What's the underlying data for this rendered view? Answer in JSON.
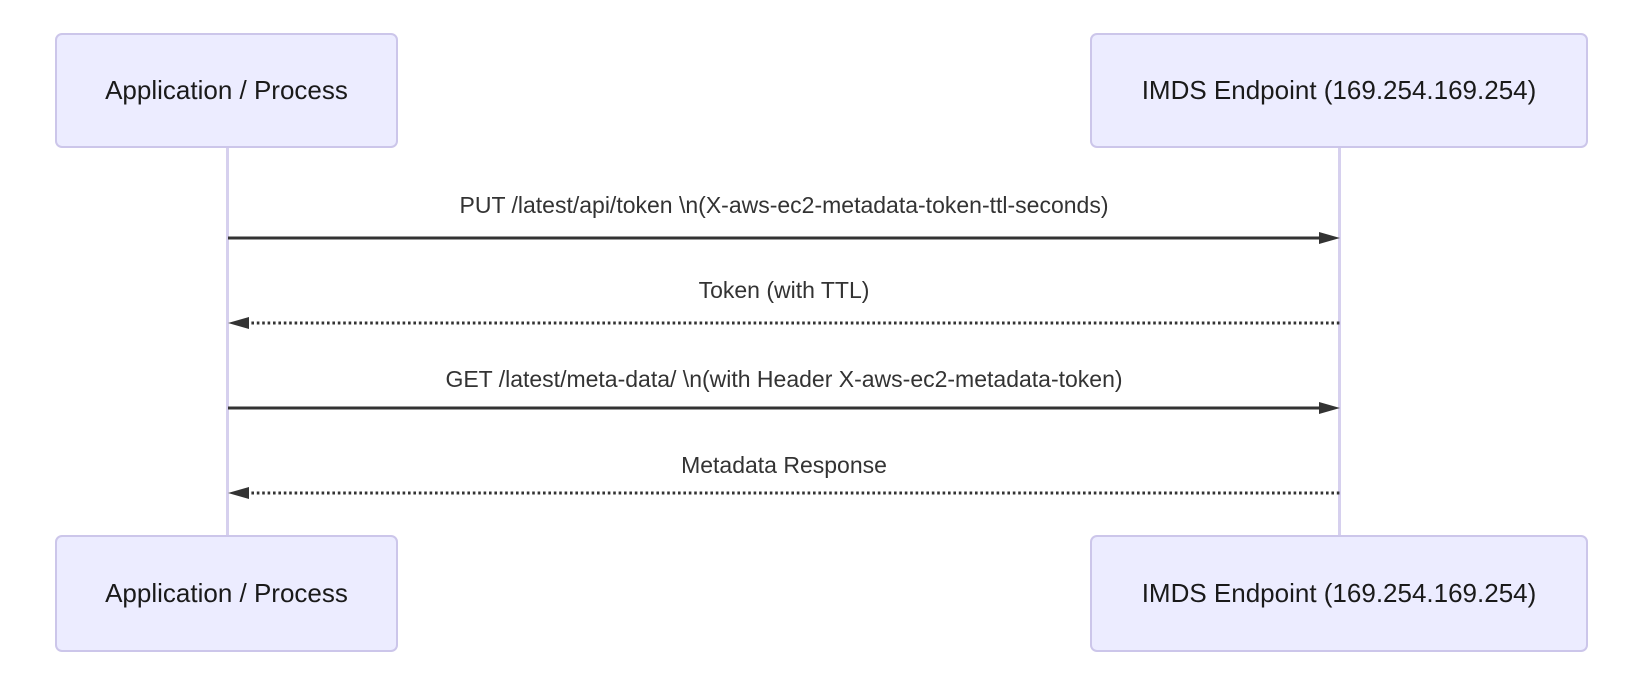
{
  "diagram": {
    "type": "sequence",
    "actors": [
      {
        "id": "app",
        "label": "Application / Process"
      },
      {
        "id": "imds",
        "label": "IMDS Endpoint (169.254.169.254)"
      }
    ],
    "messages": [
      {
        "from": "app",
        "to": "imds",
        "label": "PUT /latest/api/token \\n(X-aws-ec2-metadata-token-ttl-seconds)",
        "line": "solid",
        "direction": "right"
      },
      {
        "from": "imds",
        "to": "app",
        "label": "Token (with TTL)",
        "line": "dotted",
        "direction": "left"
      },
      {
        "from": "app",
        "to": "imds",
        "label": "GET /latest/meta-data/ \\n(with Header X-aws-ec2-metadata-token)",
        "line": "solid",
        "direction": "right"
      },
      {
        "from": "imds",
        "to": "app",
        "label": "Metadata Response",
        "line": "dotted",
        "direction": "left"
      }
    ],
    "colors": {
      "actor_fill": "#ECECFF",
      "actor_border": "#CCC6EA",
      "lifeline": "#D6D0EE",
      "message_line": "#333333",
      "message_text": "#333333",
      "background": "#FFFFFF"
    }
  }
}
